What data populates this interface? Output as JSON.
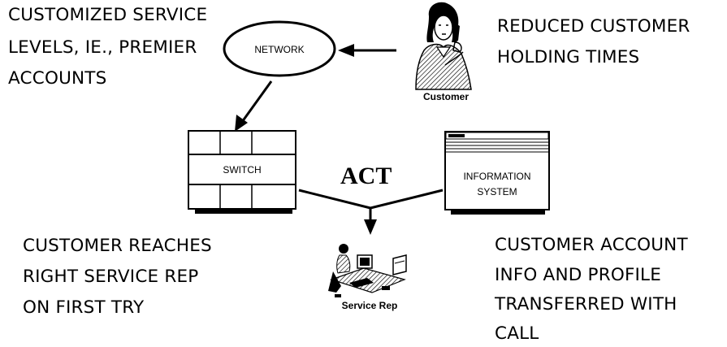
{
  "diagram": {
    "nodes": {
      "network": "NETWORK",
      "switch": "SWITCH",
      "information_system": [
        "INFORMATION",
        "SYSTEM"
      ],
      "customer": "Customer",
      "service_rep": "Service Rep",
      "act": "ACT"
    },
    "benefits": {
      "top_left": [
        "CUSTOMIZED SERVICE",
        "LEVELS, IE., PREMIER",
        "ACCOUNTS"
      ],
      "top_right": [
        "REDUCED CUSTOMER",
        "HOLDING TIMES"
      ],
      "bottom_left": [
        "CUSTOMER REACHES",
        "RIGHT SERVICE REP",
        "ON FIRST TRY"
      ],
      "bottom_right": [
        "CUSTOMER ACCOUNT",
        "INFO AND PROFILE",
        "TRANSFERRED WITH",
        "CALL"
      ]
    },
    "icons": [
      "telephone-customer-icon",
      "service-rep-workstation-icon",
      "switch-box-icon",
      "information-system-box-icon",
      "network-ellipse-icon"
    ]
  }
}
